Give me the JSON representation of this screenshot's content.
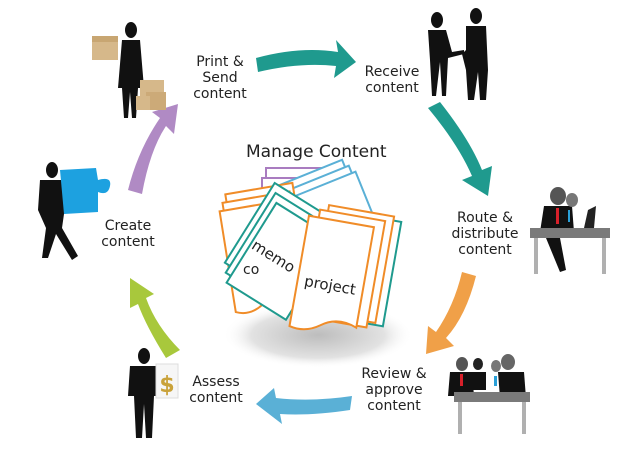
{
  "diagram": {
    "center_title": "Manage Content",
    "document_labels": [
      "memo",
      "co",
      "project"
    ],
    "steps": [
      {
        "id": "print-send",
        "label_lines": [
          "Print &",
          "Send",
          "content"
        ],
        "icon": "woman-with-boxes-icon"
      },
      {
        "id": "receive",
        "label_lines": [
          "Receive",
          "content"
        ],
        "icon": "handshake-icon"
      },
      {
        "id": "route-distribute",
        "label_lines": [
          "Route &",
          "distribute",
          "content"
        ],
        "icon": "people-at-desk-icon"
      },
      {
        "id": "review-approve",
        "label_lines": [
          "Review &",
          "approve",
          "content"
        ],
        "icon": "meeting-table-icon"
      },
      {
        "id": "assess",
        "label_lines": [
          "Assess",
          "content"
        ],
        "icon": "man-with-dollar-document-icon"
      },
      {
        "id": "create",
        "label_lines": [
          "Create",
          "content"
        ],
        "icon": "man-carrying-puzzle-icon"
      }
    ],
    "arrows": [
      {
        "from": "print-send",
        "to": "receive",
        "color": "#1f9a8e"
      },
      {
        "from": "receive",
        "to": "route-distribute",
        "color": "#1f9a8e"
      },
      {
        "from": "route-distribute",
        "to": "review-approve",
        "color": "#f0a048"
      },
      {
        "from": "review-approve",
        "to": "assess",
        "color": "#5ab0d6"
      },
      {
        "from": "assess",
        "to": "create",
        "color": "#a8c83c"
      },
      {
        "from": "create",
        "to": "print-send",
        "color": "#b08ac4"
      }
    ],
    "document_colors": {
      "orange": "#f08c28",
      "teal": "#1f9a8e",
      "purple": "#a97cc0",
      "blue": "#5ab0d6"
    }
  }
}
